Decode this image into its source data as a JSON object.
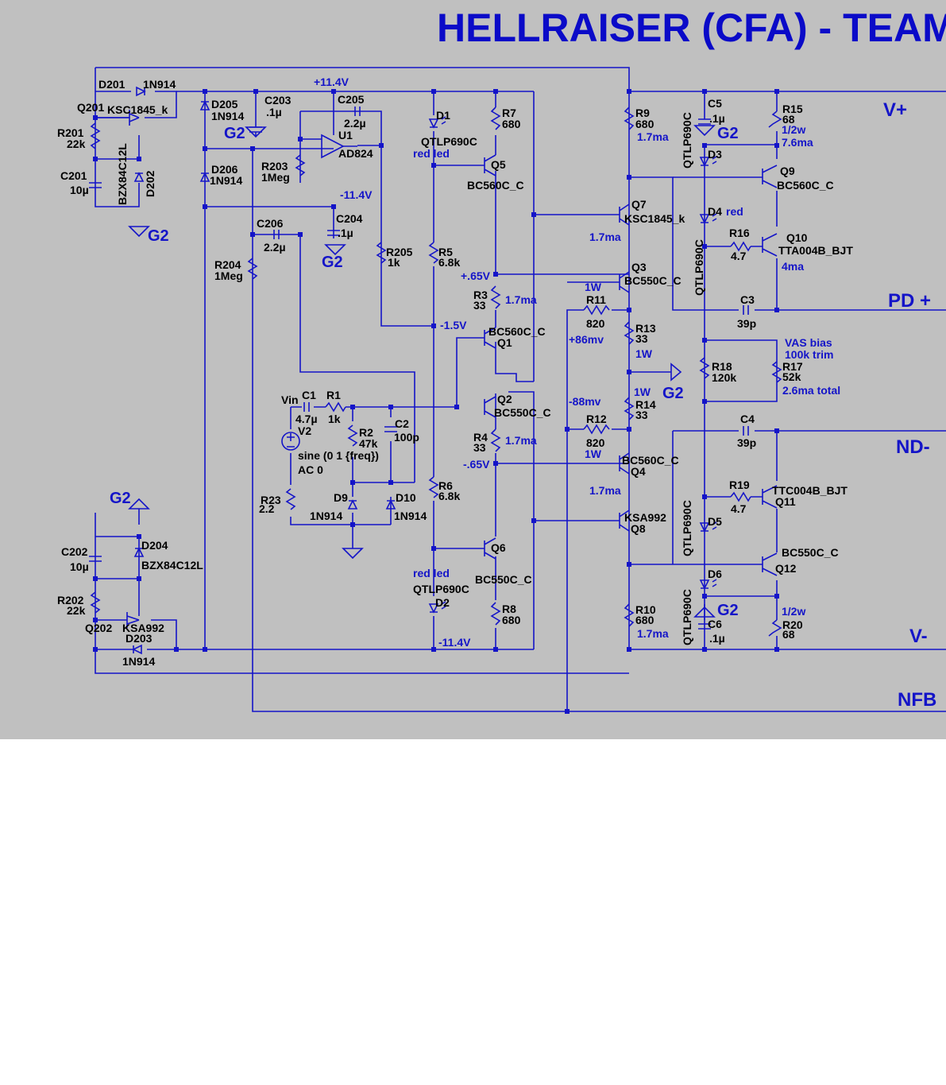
{
  "title": "HELLRAISER (CFA) - TEAM",
  "colors": {
    "background": "#c0c0c0",
    "wire": "#1414c8",
    "label": "#000000",
    "net": "#1414c8"
  },
  "rails": {
    "vplus": "V+",
    "vminus": "V-",
    "pdplus": "PD +",
    "ndminus": "ND-",
    "nfb": "NFB"
  },
  "nets": {
    "p11": "+11.4V",
    "m11a": "-11.4V",
    "m11b": "-11.4V",
    "p065": "+.65V",
    "m065": "-.65V",
    "m15": "-1.5V",
    "p86": "+86mv",
    "m88": "-88mv",
    "g2_a": "G2",
    "g2_b": "G2",
    "g2_c": "G2",
    "g2_d": "G2",
    "g2_e": "G2",
    "g2_f": "G2",
    "g2_g": "G2"
  },
  "annotations": {
    "ma_r9": "1.7ma",
    "ma_q7": "1.7ma",
    "ma_r3": "1.7ma",
    "ma_r4": "1.7ma",
    "ma_q4": "1.7ma",
    "ma_r10": "1.7ma",
    "ma_r15": "7.6ma",
    "ma_q10": "4ma",
    "w_r15": "1/2w",
    "w_r20": "1/2w",
    "w_r11": "1W",
    "w_r13": "1W",
    "w_r14": "1W",
    "w_r12": "1W",
    "vas1": "VAS bias",
    "vas2": "100k trim",
    "vas3": "2.6ma total",
    "red_d4": "red"
  },
  "labels": {
    "d201": "D201",
    "d201v": "1N914",
    "q201": "Q201",
    "q201v": "KSC1845_k",
    "r201": "R201",
    "r201v": "22k",
    "c201": "C201",
    "c201v": "10µ",
    "bzx1": "BZX84C12L",
    "d202": "D202",
    "d205": "D205",
    "d205v": "1N914",
    "d206": "D206",
    "d206v": "1N914",
    "c203": "C203",
    "c203v": ".1µ",
    "c205": "C205",
    "c205v": "2.2µ",
    "u1": "U1",
    "u1v": "AD824",
    "r203": "R203",
    "r203v": "1Meg",
    "c204": "C204",
    "c204v": ".1µ",
    "c206": "C206",
    "c206v": "2.2µ",
    "r204": "R204",
    "r204v": "1Meg",
    "r205": "R205",
    "r205v": "1k",
    "d1": "D1",
    "d1v": "QTLP690C",
    "redled1": "red led",
    "r7": "R7",
    "r7v": "680",
    "q5": "Q5",
    "q5v": "BC560C_C",
    "r5": "R5",
    "r5v": "6.8k",
    "r3": "R3",
    "r3v": "33",
    "q1v": "BC560C_C",
    "q1": "Q1",
    "vin": "Vin",
    "c1": "C1",
    "c1v": "4.7µ",
    "r1": "R1",
    "r1v": "1k",
    "v2": "V2",
    "r2": "R2",
    "r2v": "47k",
    "c2": "C2",
    "c2v": "100p",
    "sine": "sine (0 1 {freq})",
    "ac0": "AC 0",
    "r23": "R23",
    "r23v": "2.2",
    "d9": "D9",
    "d9v": "1N914",
    "d10": "D10",
    "d10v": "1N914",
    "q2": "Q2",
    "q2v": "BC550C_C",
    "r4": "R4",
    "r4v": "33",
    "r6": "R6",
    "r6v": "6.8k",
    "q6": "Q6",
    "q6v": "BC550C_C",
    "redled2": "red led",
    "d2v": "QTLP690C",
    "d2": "D2",
    "r8": "R8",
    "r8v": "680",
    "c202": "C202",
    "c202v": "10µ",
    "d204": "D204",
    "bzx2": "BZX84C12L",
    "r202": "R202",
    "r202v": "22k",
    "q202": "Q202",
    "q202v": "KSA992",
    "d203": "D203",
    "d203v": "1N914",
    "r9": "R9",
    "r9v": "680",
    "q7": "Q7",
    "q7v": "KSC1845_k",
    "q3": "Q3",
    "q3v": "BC550C_C",
    "r11": "R11",
    "r11v": "820",
    "r13": "R13",
    "r13v": "33",
    "r14": "R14",
    "r14v": "33",
    "r12": "R12",
    "r12v": "820",
    "q4v": "BC560C_C",
    "q4": "Q4",
    "q8v": "KSA992",
    "q8": "Q8",
    "r10": "R10",
    "r10v": "680",
    "c5": "C5",
    "c5v": ".1µ",
    "qtlp_d3": "QTLP690C",
    "d3": "D3",
    "d4": "D4",
    "qtlp_d4": "QTLP690C",
    "r16": "R16",
    "r16v": "4.7",
    "r15": "R15",
    "r15v": "68",
    "q9": "Q9",
    "q9v": "BC560C_C",
    "q10": "Q10",
    "q10v": "TTA004B_BJT",
    "c3": "C3",
    "c3v": "39p",
    "r18": "R18",
    "r18v": "120k",
    "r17": "R17",
    "r17v": "52k",
    "c4": "C4",
    "c4v": "39p",
    "r19": "R19",
    "r19v": "4.7",
    "q11v": "TTC004B_BJT",
    "q11": "Q11",
    "qtlp_d5": "QTLP690C",
    "d5": "D5",
    "q12v": "BC550C_C",
    "q12": "Q12",
    "d6": "D6",
    "qtlp_d6": "QTLP690C",
    "c6": "C6",
    "c6v": ".1µ",
    "r20": "R20",
    "r20v": "68"
  }
}
